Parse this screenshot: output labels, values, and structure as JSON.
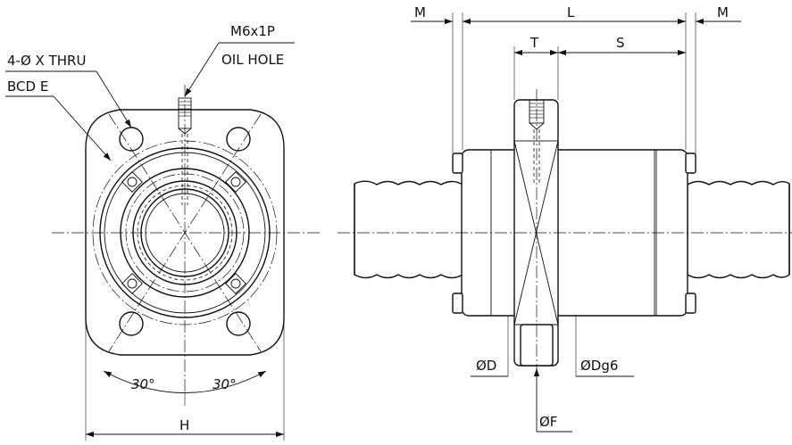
{
  "labels": {
    "thru": "4-Ø X THRU",
    "bcd": "BCD E",
    "thread": "M6x1P",
    "oil_hole": "OIL HOLE",
    "angle_left": "30°",
    "angle_right": "30°",
    "width": "H",
    "m_left": "M",
    "length": "L",
    "m_right": "M",
    "flange_thickness": "T",
    "s_dim": "S",
    "dia_d": "ØD",
    "dia_dg6": "ØDg6",
    "dia_f": "ØF"
  }
}
